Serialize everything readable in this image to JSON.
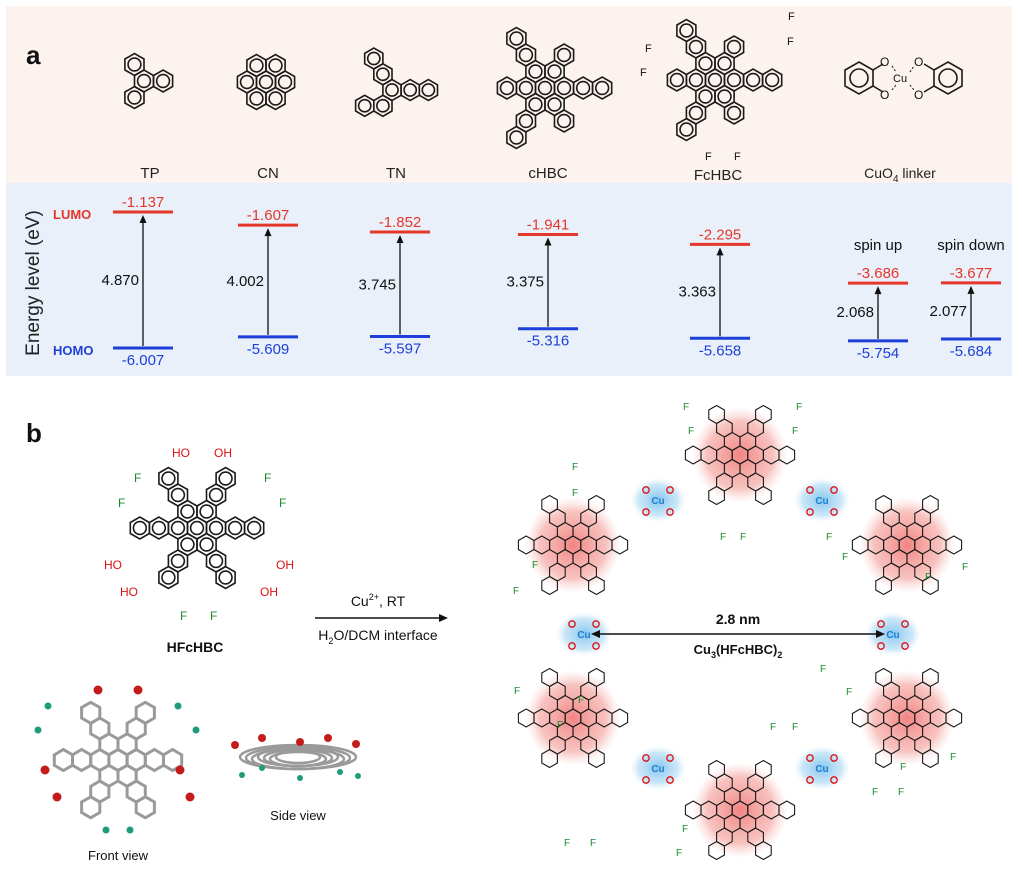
{
  "panel_a": {
    "label": "a",
    "molecules": [
      "TP",
      "CN",
      "TN",
      "cHBC",
      "FcHBC"
    ],
    "linker_label": "CuO",
    "linker_sub": "4",
    "linker_suffix": " linker",
    "linker_atoms": {
      "o": "O",
      "cu": "Cu"
    },
    "fluoro_symbol": "F",
    "y_axis_label": "Energy level (eV)",
    "lumo_label": "LUMO",
    "homo_label": "HOMO",
    "spin_up_label": "spin up",
    "spin_down_label": "spin down",
    "colors": {
      "lumo": "#e5362a",
      "homo": "#1f3fd9",
      "top_bg": "#fdf3ee",
      "bottom_bg": "#e9f0f9"
    }
  },
  "chart_data": {
    "type": "bar",
    "ylabel": "Energy level (eV)",
    "categories": [
      "TP",
      "CN",
      "TN",
      "cHBC",
      "FcHBC",
      "CuO4 linker spin up",
      "CuO4 linker spin down"
    ],
    "series": [
      {
        "name": "LUMO",
        "values": [
          -1.137,
          -1.607,
          -1.852,
          -1.941,
          -2.295,
          -3.686,
          -3.677
        ]
      },
      {
        "name": "HOMO",
        "values": [
          -6.007,
          -5.609,
          -5.597,
          -5.316,
          -5.658,
          -5.754,
          -5.684
        ]
      }
    ],
    "gaps": [
      4.87,
      4.002,
      3.745,
      3.375,
      3.363,
      2.068,
      2.077
    ],
    "lumo_text": [
      "-1.137",
      "-1.607",
      "-1.852",
      "-1.941",
      "-2.295",
      "-3.686",
      "-3.677"
    ],
    "homo_text": [
      "-6.007",
      "-5.609",
      "-5.597",
      "-5.316",
      "-5.658",
      "-5.754",
      "-5.684"
    ],
    "gap_text": [
      "4.870",
      "4.002",
      "3.745",
      "3.375",
      "3.363",
      "2.068",
      "2.077"
    ]
  },
  "panel_b": {
    "label": "b",
    "monomer_name": "HFcHBC",
    "oh": "OH",
    "ho": "HO",
    "f": "F",
    "reaction_top": "Cu",
    "reaction_top_sup": "2+",
    "reaction_top_suffix": ", RT",
    "reaction_bottom_pre": "H",
    "reaction_bottom_sub": "2",
    "reaction_bottom_post": "O/DCM interface",
    "front_view": "Front view",
    "side_view": "Side view",
    "distance": "2.8 nm",
    "product_pre": "Cu",
    "product_sub": "3",
    "product_post": "(HFcHBC)",
    "product_sub2": "2",
    "cu": "Cu",
    "o": "O"
  }
}
